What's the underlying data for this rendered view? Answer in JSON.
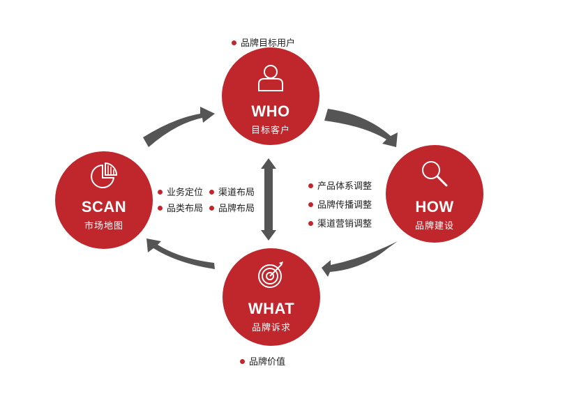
{
  "colors": {
    "accent": "#c0272d",
    "arrow": "#555555"
  },
  "who": {
    "title": "WHO",
    "subtitle": "目标客户",
    "note": "品牌目标用户",
    "icon": "user-icon"
  },
  "scan": {
    "title": "SCAN",
    "subtitle": "市场地图",
    "icon": "pie-chart-icon",
    "items": [
      "业务定位",
      "渠道布局",
      "品类布局",
      "品牌布局"
    ]
  },
  "how": {
    "title": "HOW",
    "subtitle": "品牌建设",
    "icon": "magnifier-icon",
    "items": [
      "产品体系调整",
      "品牌传播调整",
      "渠道营销调整"
    ]
  },
  "what": {
    "title": "WHAT",
    "subtitle": "品牌诉求",
    "note": "品牌价值",
    "icon": "target-icon"
  }
}
